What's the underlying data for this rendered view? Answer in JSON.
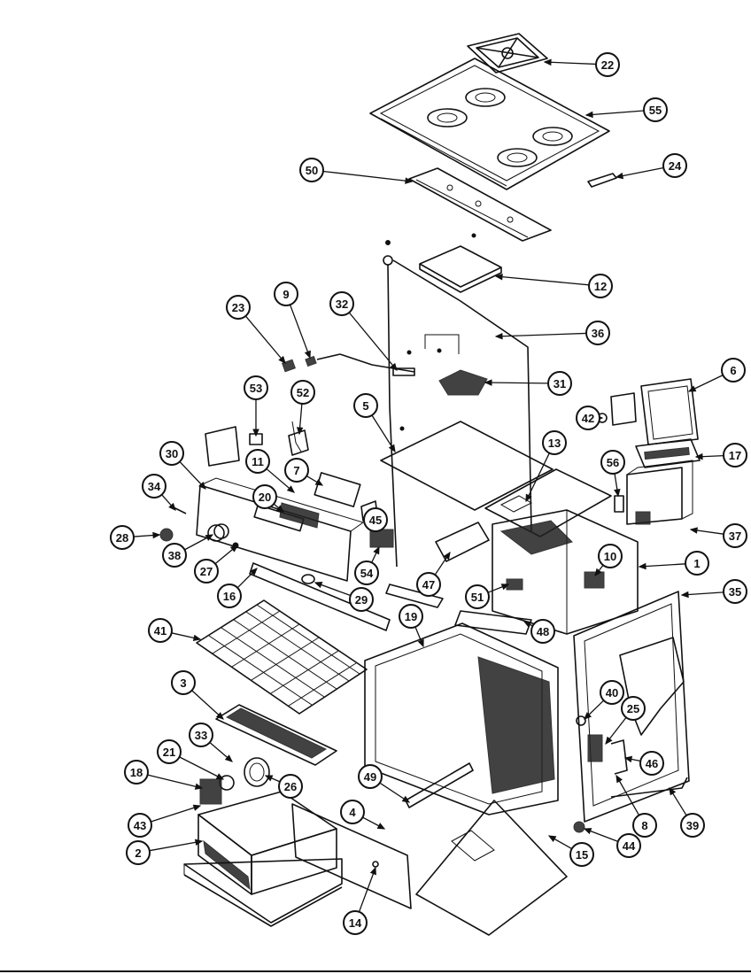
{
  "callouts": [
    "22",
    "55",
    "24",
    "50",
    "12",
    "36",
    "23",
    "9",
    "32",
    "31",
    "6",
    "53",
    "52",
    "5",
    "42",
    "13",
    "17",
    "30",
    "11",
    "20",
    "7",
    "56",
    "37",
    "34",
    "28",
    "38",
    "27",
    "45",
    "16",
    "29",
    "54",
    "47",
    "51",
    "10",
    "1",
    "35",
    "41",
    "19",
    "48",
    "3",
    "40",
    "25",
    "33",
    "21",
    "18",
    "26",
    "46",
    "49",
    "43",
    "4",
    "2",
    "14",
    "15",
    "44",
    "8",
    "39"
  ],
  "colors": {
    "ink": "#111111",
    "paper": "#ffffff"
  }
}
